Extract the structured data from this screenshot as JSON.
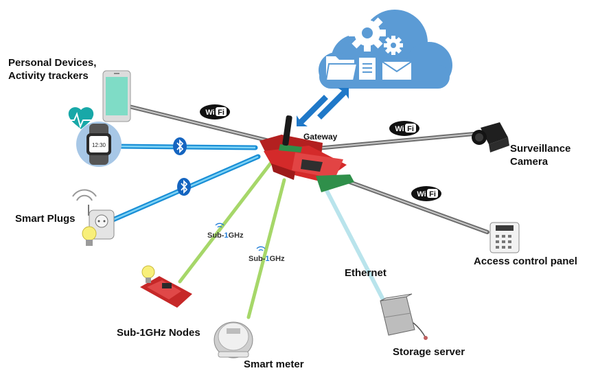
{
  "labels": {
    "personal_devices_line1": "Personal Devices,",
    "personal_devices_line2": "Activity trackers",
    "smart_plugs": "Smart Plugs",
    "gateway": "Gateway",
    "surveillance_line1": "Surveillance",
    "surveillance_line2": "Camera",
    "access_control": "Access control panel",
    "ethernet": "Ethernet",
    "storage_server": "Storage server",
    "sub1ghz_nodes": "Sub-1GHz Nodes",
    "smart_meter": "Smart meter"
  },
  "badges": {
    "wifi_text_a": "Wi",
    "wifi_text_b": "Fi",
    "sub1_prefix": "Sub-",
    "sub1_one": "1",
    "sub1_suffix": "GHz",
    "watch_time": "12:30"
  },
  "colors": {
    "wifi_link": "#9a9a9a",
    "bluetooth_link": "#29aee8",
    "sub1ghz_link": "#a6d769",
    "ethernet_link": "#b9e4ec",
    "cloud": "#5b9bd5",
    "board_red": "#d42a2a",
    "board_green": "#2f8f4a"
  },
  "icons": [
    "cloud-icon",
    "gear-icon",
    "folder-icon",
    "document-icon",
    "mail-icon",
    "sync-arrows-icon",
    "wifi-badge",
    "bluetooth-icon"
  ]
}
